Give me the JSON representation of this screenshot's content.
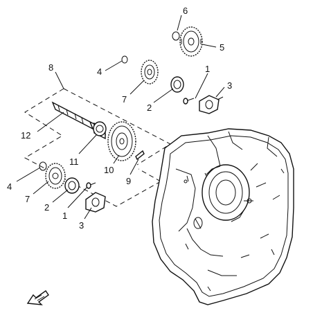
{
  "callouts": [
    {
      "id": "c6",
      "text": "6"
    },
    {
      "id": "c5",
      "text": "5"
    },
    {
      "id": "c8",
      "text": "8"
    },
    {
      "id": "c4a",
      "text": "4"
    },
    {
      "id": "c1a",
      "text": "1"
    },
    {
      "id": "c3a",
      "text": "3"
    },
    {
      "id": "c7a",
      "text": "7"
    },
    {
      "id": "c2a",
      "text": "2"
    },
    {
      "id": "c12",
      "text": "12"
    },
    {
      "id": "c11",
      "text": "11"
    },
    {
      "id": "c10",
      "text": "10"
    },
    {
      "id": "c9",
      "text": "9"
    },
    {
      "id": "c4b",
      "text": "4"
    },
    {
      "id": "c7b",
      "text": "7"
    },
    {
      "id": "c2b",
      "text": "2"
    },
    {
      "id": "c1b",
      "text": "1"
    },
    {
      "id": "c3b",
      "text": "3"
    }
  ],
  "colors": {
    "ink": "#111111",
    "paper": "#ffffff"
  },
  "icons": {
    "front_arrow": "front-direction-arrow-icon"
  }
}
